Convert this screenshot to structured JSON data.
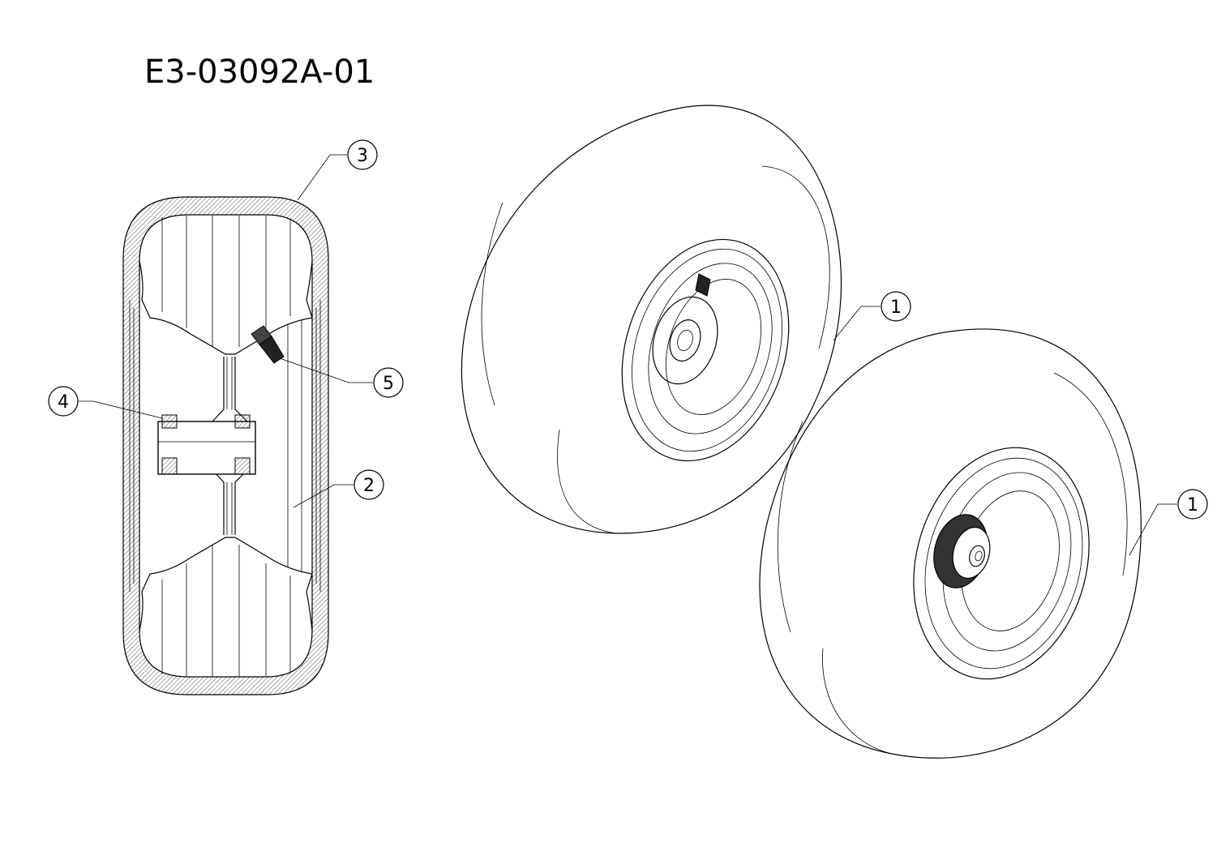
{
  "title": "E3-03092A-01",
  "callouts": [
    {
      "id": "c3",
      "label": "3"
    },
    {
      "id": "c5",
      "label": "5"
    },
    {
      "id": "c4",
      "label": "4"
    },
    {
      "id": "c2",
      "label": "2"
    },
    {
      "id": "c1a",
      "label": "1"
    },
    {
      "id": "c1b",
      "label": "1"
    }
  ],
  "colors": {
    "line": "#000000",
    "background": "#ffffff",
    "hatch": "#555555"
  }
}
